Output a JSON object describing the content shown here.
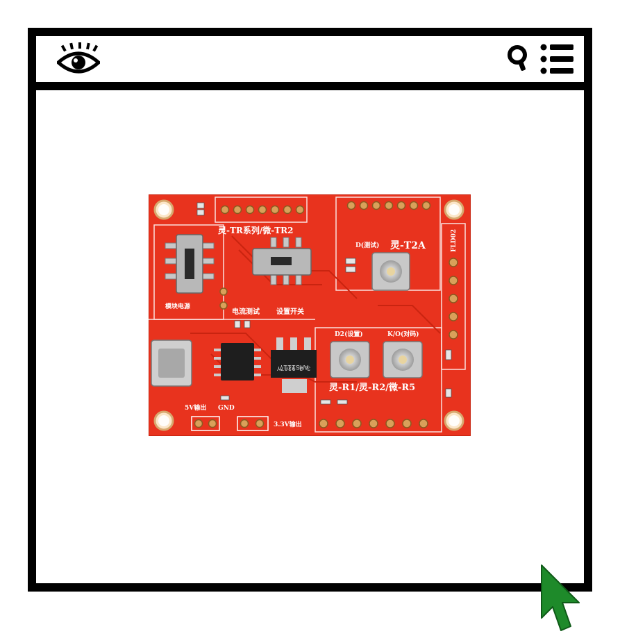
{
  "toolbar": {
    "logo_icon": "eye-icon",
    "search_icon": "search-icon",
    "menu_icon": "list-menu-icon"
  },
  "image": {
    "subject": "PCB board",
    "pcb_color": "#e8331e",
    "labels": {
      "module_top": "灵-TR系列/微-TR2",
      "power_module": "模块电源",
      "current_test": "电流测试",
      "set_switch": "设置开关",
      "d_test": "D(测试)",
      "t2a": "灵-T2A",
      "d2_set": "D2(设置)",
      "ko_pair": "K/O(对码)",
      "r_series": "灵-R1/灵-R2/微-R5",
      "out_5v": "5V输出",
      "gnd": "GND",
      "out_33v": "3.3V输出",
      "fld": "FLD02",
      "chip_text": "AMS1117",
      "chip_sub": "3.3 9267Y"
    }
  },
  "colors": {
    "frame": "#000000",
    "cursor": "#1e8a2a",
    "pcb": "#e8331e"
  }
}
